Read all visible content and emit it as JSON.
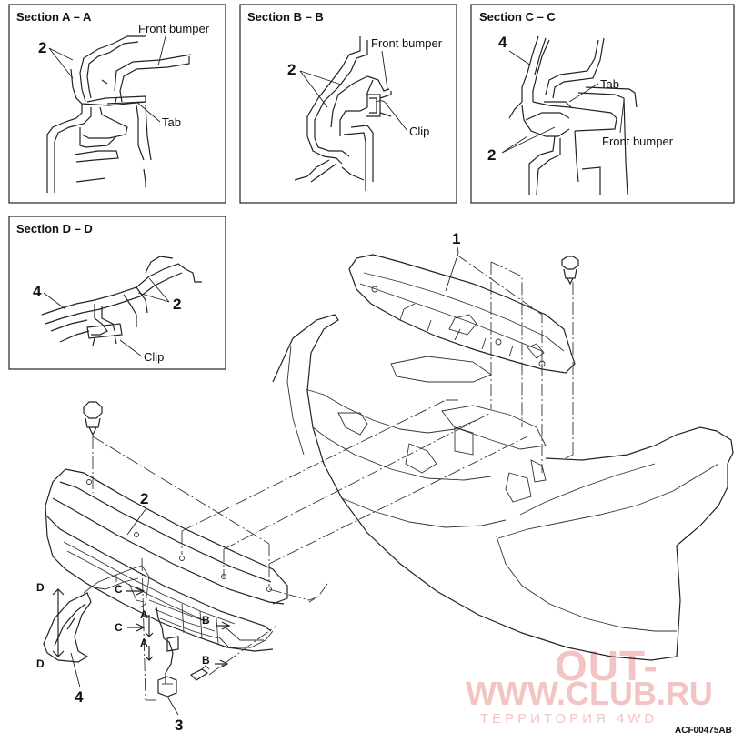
{
  "sections": {
    "a": {
      "title": "Section A – A",
      "front_bumper": "Front bumper",
      "tab": "Tab",
      "part": "2"
    },
    "b": {
      "title": "Section B – B",
      "front_bumper": "Front bumper",
      "clip": "Clip",
      "part": "2"
    },
    "c": {
      "title": "Section C – C",
      "front_bumper": "Front bumper",
      "tab": "Tab",
      "part_top": "4",
      "part_bottom": "2"
    },
    "d": {
      "title": "Section D – D",
      "clip": "Clip",
      "part_left": "4",
      "part_right": "2"
    }
  },
  "main": {
    "part_1": "1",
    "part_2": "2",
    "part_3": "3",
    "part_4": "4",
    "cut_d_top": "D",
    "cut_d_bottom": "D",
    "cut_c_top": "C",
    "cut_c_bottom": "C",
    "cut_a_top": "A",
    "cut_a_bottom": "A",
    "cut_b_top": "B",
    "cut_b_bottom": "B"
  },
  "figure_code": "ACF00475AB",
  "watermark": {
    "line1": "OUT-",
    "line2": "WWW.CLUB.RU",
    "line3": "ТЕРРИТОРИЯ 4WD"
  }
}
